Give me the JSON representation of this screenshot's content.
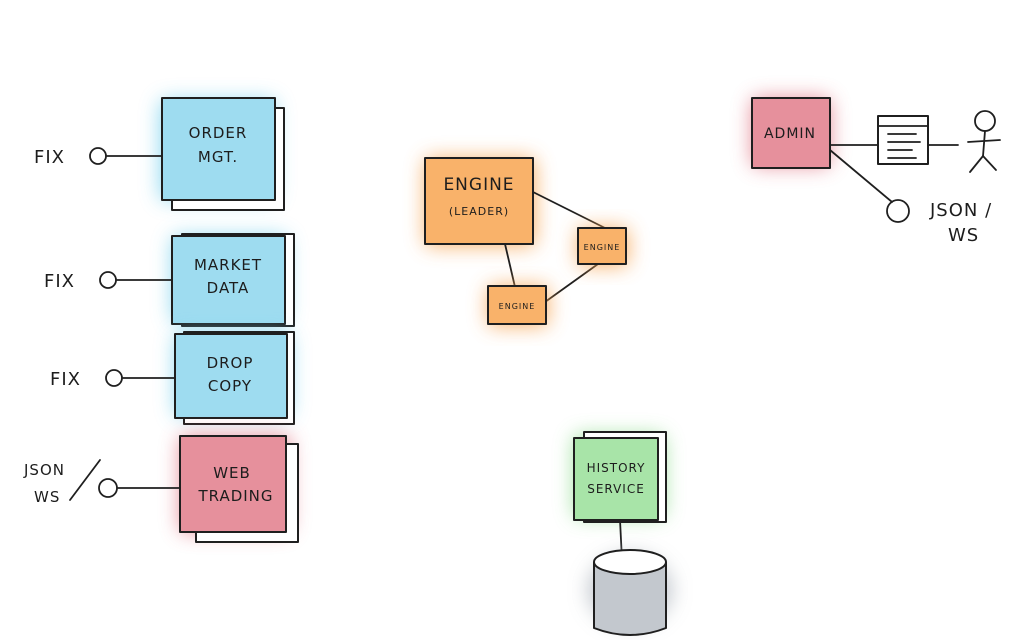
{
  "colors": {
    "gateway": "#7fd3ee",
    "web": "#e0707f",
    "engine": "#f7a452",
    "history": "#8fdc8f",
    "admin": "#e0707f",
    "database": "#b6bcc3"
  },
  "gateways": [
    {
      "protocol": "FIX",
      "line1": "ORDER",
      "line2": "MGT.",
      "color": "#7fd3ee"
    },
    {
      "protocol": "FIX",
      "line1": "MARKET",
      "line2": "DATA",
      "color": "#7fd3ee"
    },
    {
      "protocol": "FIX",
      "line1": "DROP",
      "line2": "COPY",
      "color": "#7fd3ee"
    },
    {
      "protocol": "JSON/ WS",
      "protocol_line1": "JSON",
      "protocol_line2": "WS",
      "line1": "WEB",
      "line2": "TRADING",
      "color": "#e0707f"
    }
  ],
  "engines": {
    "leader": {
      "line1": "ENGINE",
      "line2": "(LEADER)"
    },
    "replica1": {
      "label": "ENGINE"
    },
    "replica2": {
      "label": "ENGINE"
    }
  },
  "history": {
    "line1": "HISTORY",
    "line2": "SERVICE"
  },
  "admin": {
    "label": "ADMIN",
    "protocol_line1": "JSON /",
    "protocol_line2": "WS"
  },
  "icons": [
    "interface-circle-icon",
    "document-icon",
    "user-stick-figure-icon",
    "database-cylinder-icon"
  ]
}
